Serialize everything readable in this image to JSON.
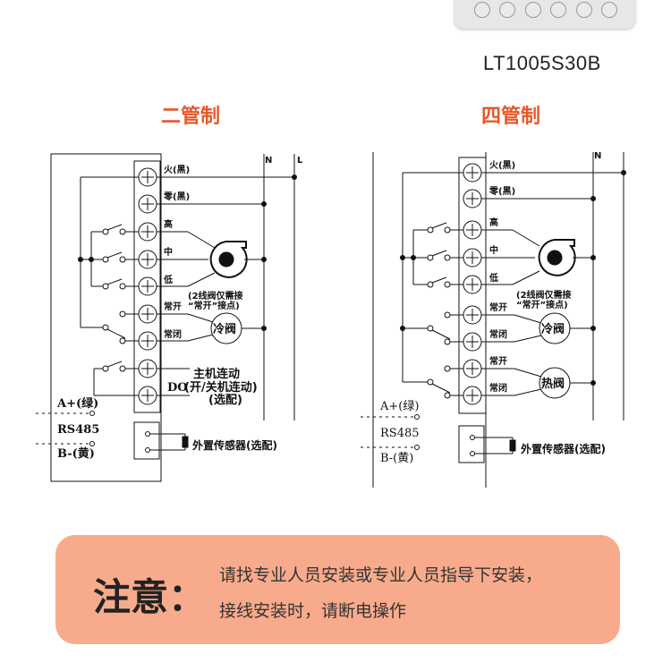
{
  "device": {
    "buttons": 6
  },
  "model": "LT1005S30B",
  "diagrams": [
    {
      "title": "二管制",
      "bus": {
        "n": "N",
        "l": "L"
      },
      "terminals": [
        "火(黑)",
        "零(黑)",
        "高",
        "中",
        "低",
        "常开",
        "常闭"
      ],
      "note": [
        "(2线阀仅需接",
        "“常开”接点)"
      ],
      "valve": "冷阀",
      "do": {
        "label": "DO",
        "line1": "主机连动",
        "line2": "(开/关机连动)",
        "line3": "(选配)"
      },
      "rs485": {
        "a": "A+(绿)",
        "name": "RS485",
        "b": "B-(黄)"
      },
      "sensor": "外置传感器(选配)"
    },
    {
      "title": "四管制",
      "bus": {
        "n": "N"
      },
      "terminals": [
        "火(黑)",
        "零(黑)",
        "高",
        "中",
        "低",
        "常开",
        "常闭",
        "常开",
        "常闭"
      ],
      "note": [
        "(2线阀仅需接",
        "“常开”接点)"
      ],
      "valves": [
        "冷阀",
        "热阀"
      ],
      "rs485": {
        "a": "A+(绿)",
        "name": "RS485",
        "b": "B-(黄)"
      },
      "sensor": "外置传感器(选配)"
    }
  ],
  "notice": {
    "heading": "注意：",
    "lines": [
      "请找专业人员安装或专业人员指导下安装，",
      "接线安装时，请断电操作"
    ]
  },
  "colors": {
    "accent": "#e8562a",
    "notice_bg": "#f8ab8c"
  }
}
